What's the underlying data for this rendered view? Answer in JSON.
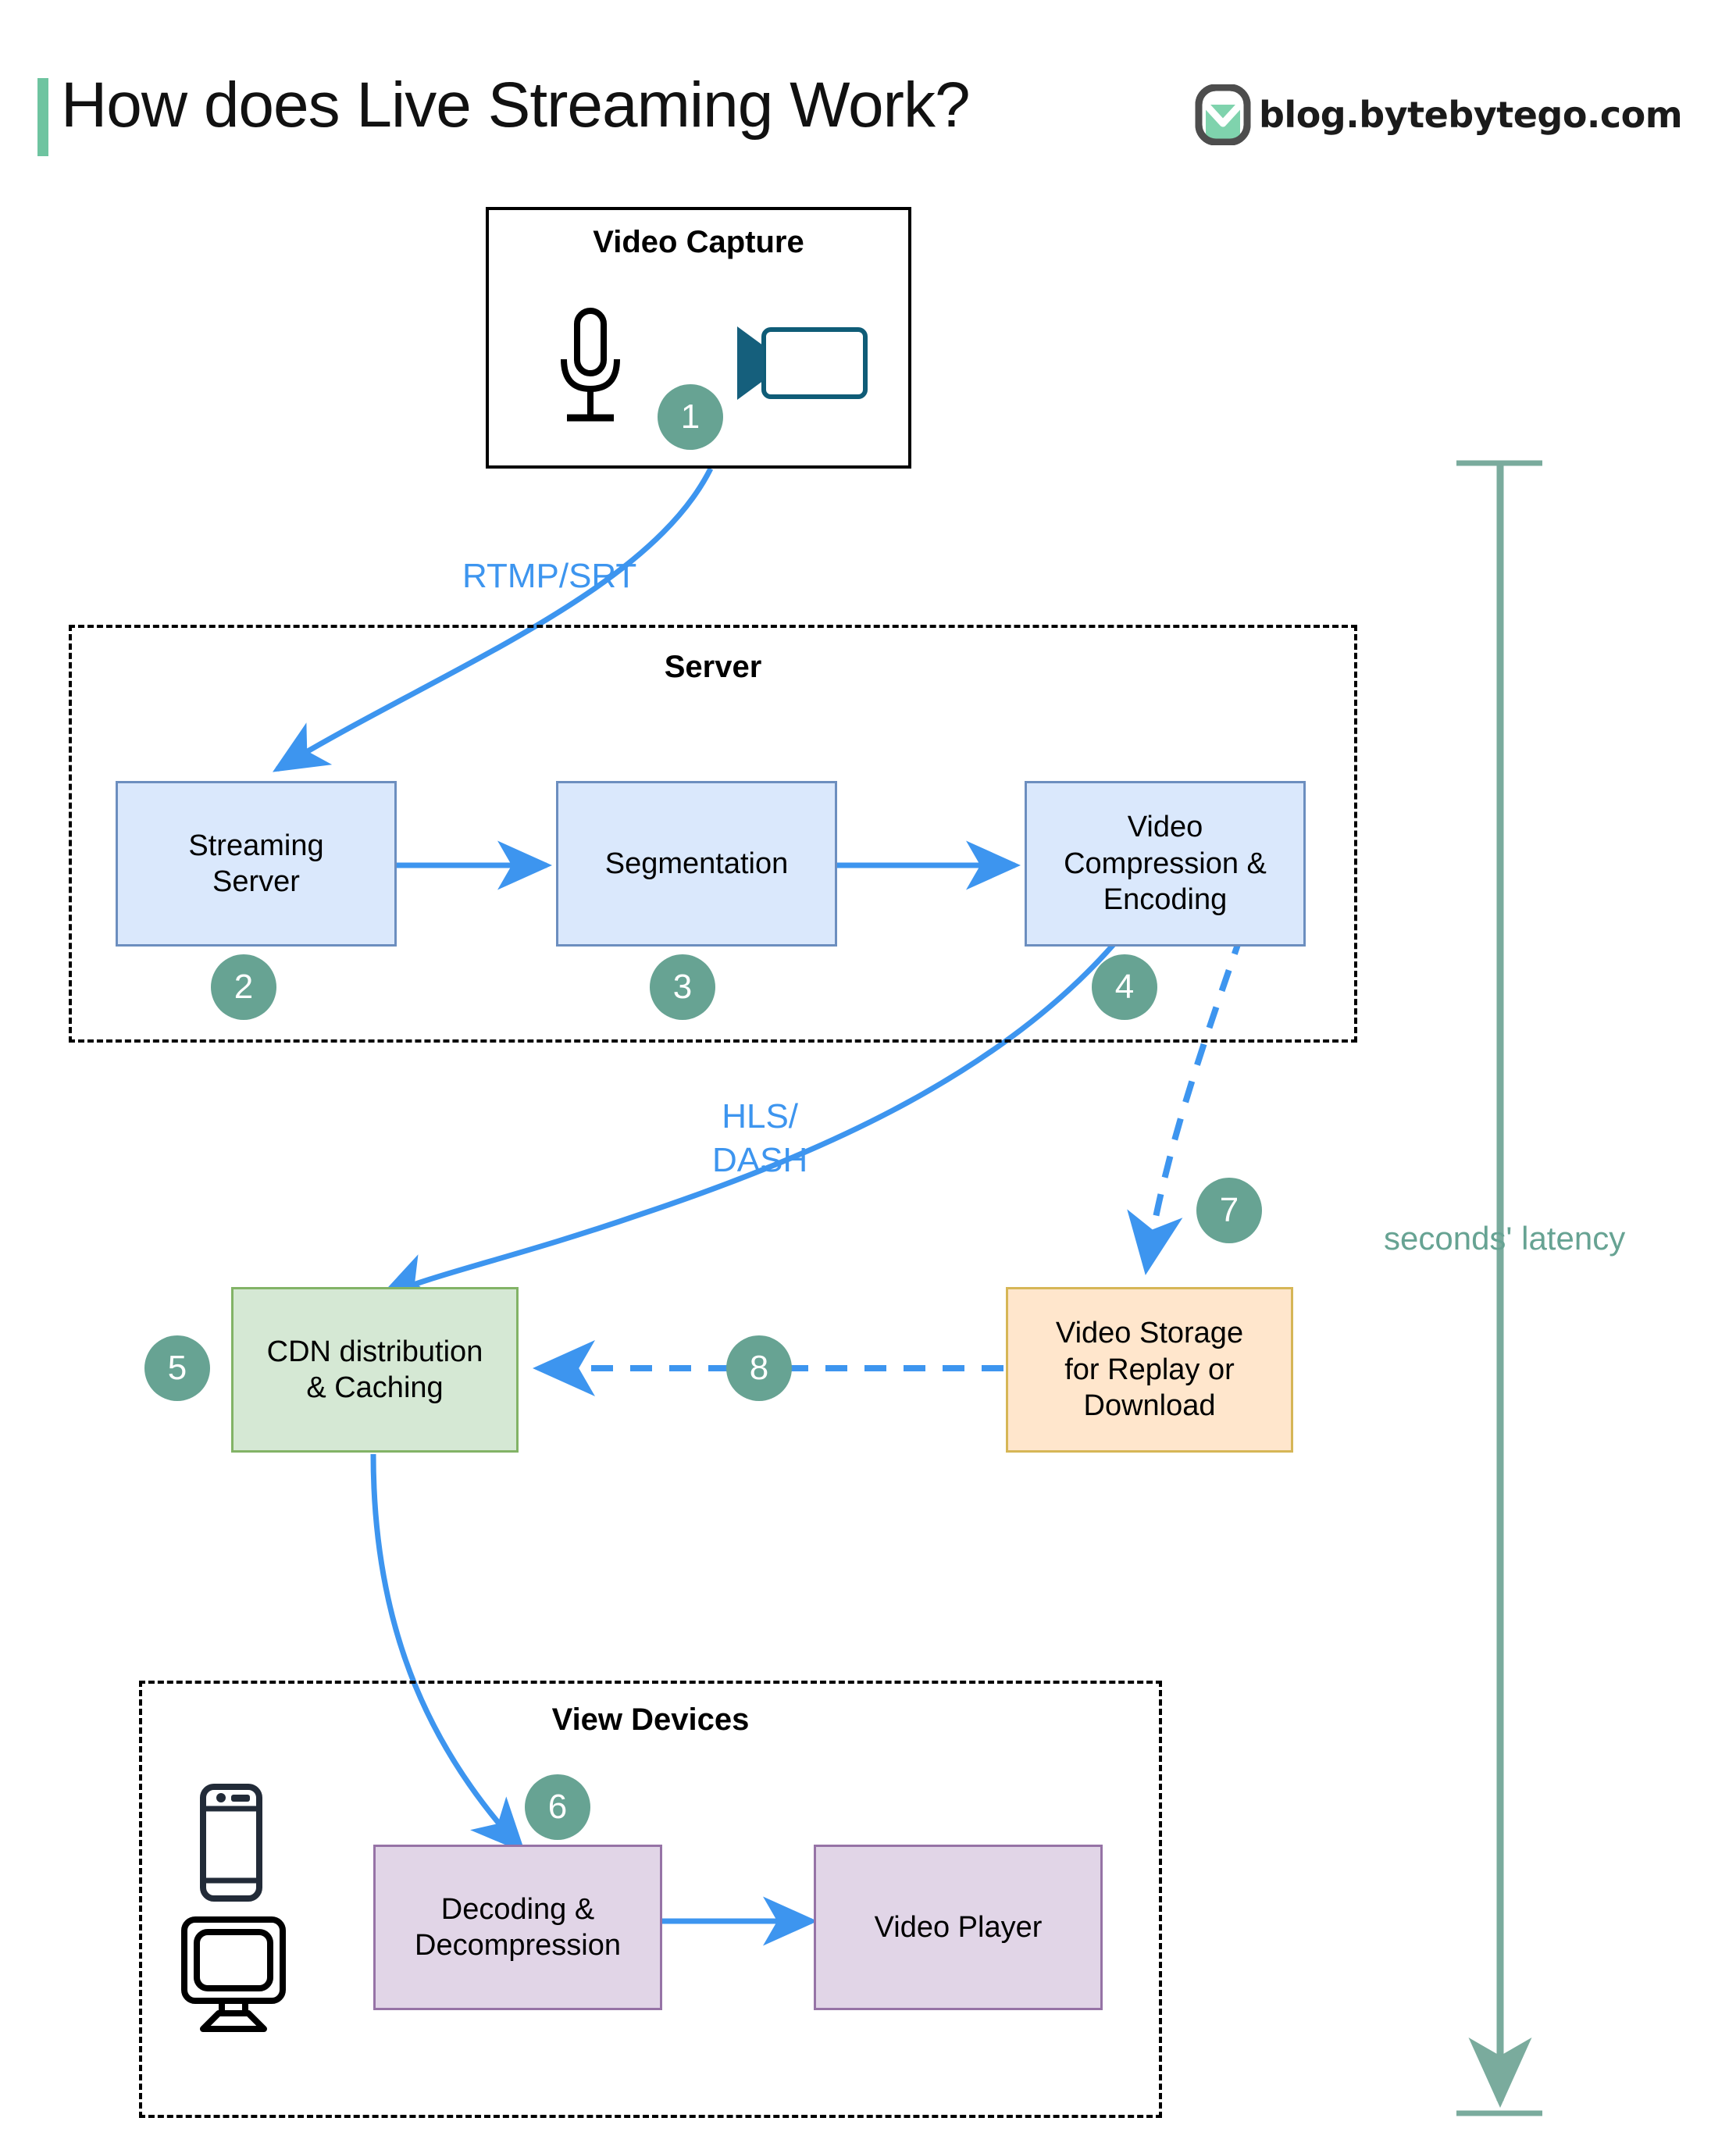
{
  "header": {
    "title": "How does Live Streaming Work?",
    "brand_text": "blog.bytebytego.com",
    "accent_color": "#6ec4a0"
  },
  "colors": {
    "arrow_blue": "#3d95ef",
    "badge_teal": "#67a393",
    "latency_teal": "#67a393",
    "node_blue_fill": "#dae8fc",
    "node_blue_border": "#6c8ebf",
    "node_green_fill": "#d5e8d4",
    "node_green_border": "#82b366",
    "node_orange_fill": "#ffe6cc",
    "node_orange_border": "#d6b656",
    "node_purple_fill": "#e1d5e7",
    "node_purple_border": "#9673a6"
  },
  "containers": {
    "video_capture": {
      "title": "Video Capture"
    },
    "server": {
      "title": "Server"
    },
    "view_devices": {
      "title": "View Devices"
    }
  },
  "nodes": {
    "streaming_server": "Streaming\nServer",
    "segmentation": "Segmentation",
    "video_compression": "Video\nCompression &\nEncoding",
    "cdn": "CDN distribution\n& Caching",
    "video_storage": "Video Storage\nfor Replay or\nDownload",
    "decoding": "Decoding &\nDecompression",
    "video_player": "Video Player"
  },
  "badges": {
    "b1": "1",
    "b2": "2",
    "b3": "3",
    "b4": "4",
    "b5": "5",
    "b6": "6",
    "b7": "7",
    "b8": "8"
  },
  "edge_labels": {
    "rtmp_srt": "RTMP/SRT",
    "hls_dash": "HLS/\nDASH"
  },
  "annotations": {
    "latency": "seconds' latency"
  },
  "icons": {
    "microphone": "microphone-icon",
    "camcorder": "camcorder-icon",
    "smartphone": "smartphone-icon",
    "monitor": "monitor-icon",
    "logo": "bytebytego-logo-icon"
  }
}
